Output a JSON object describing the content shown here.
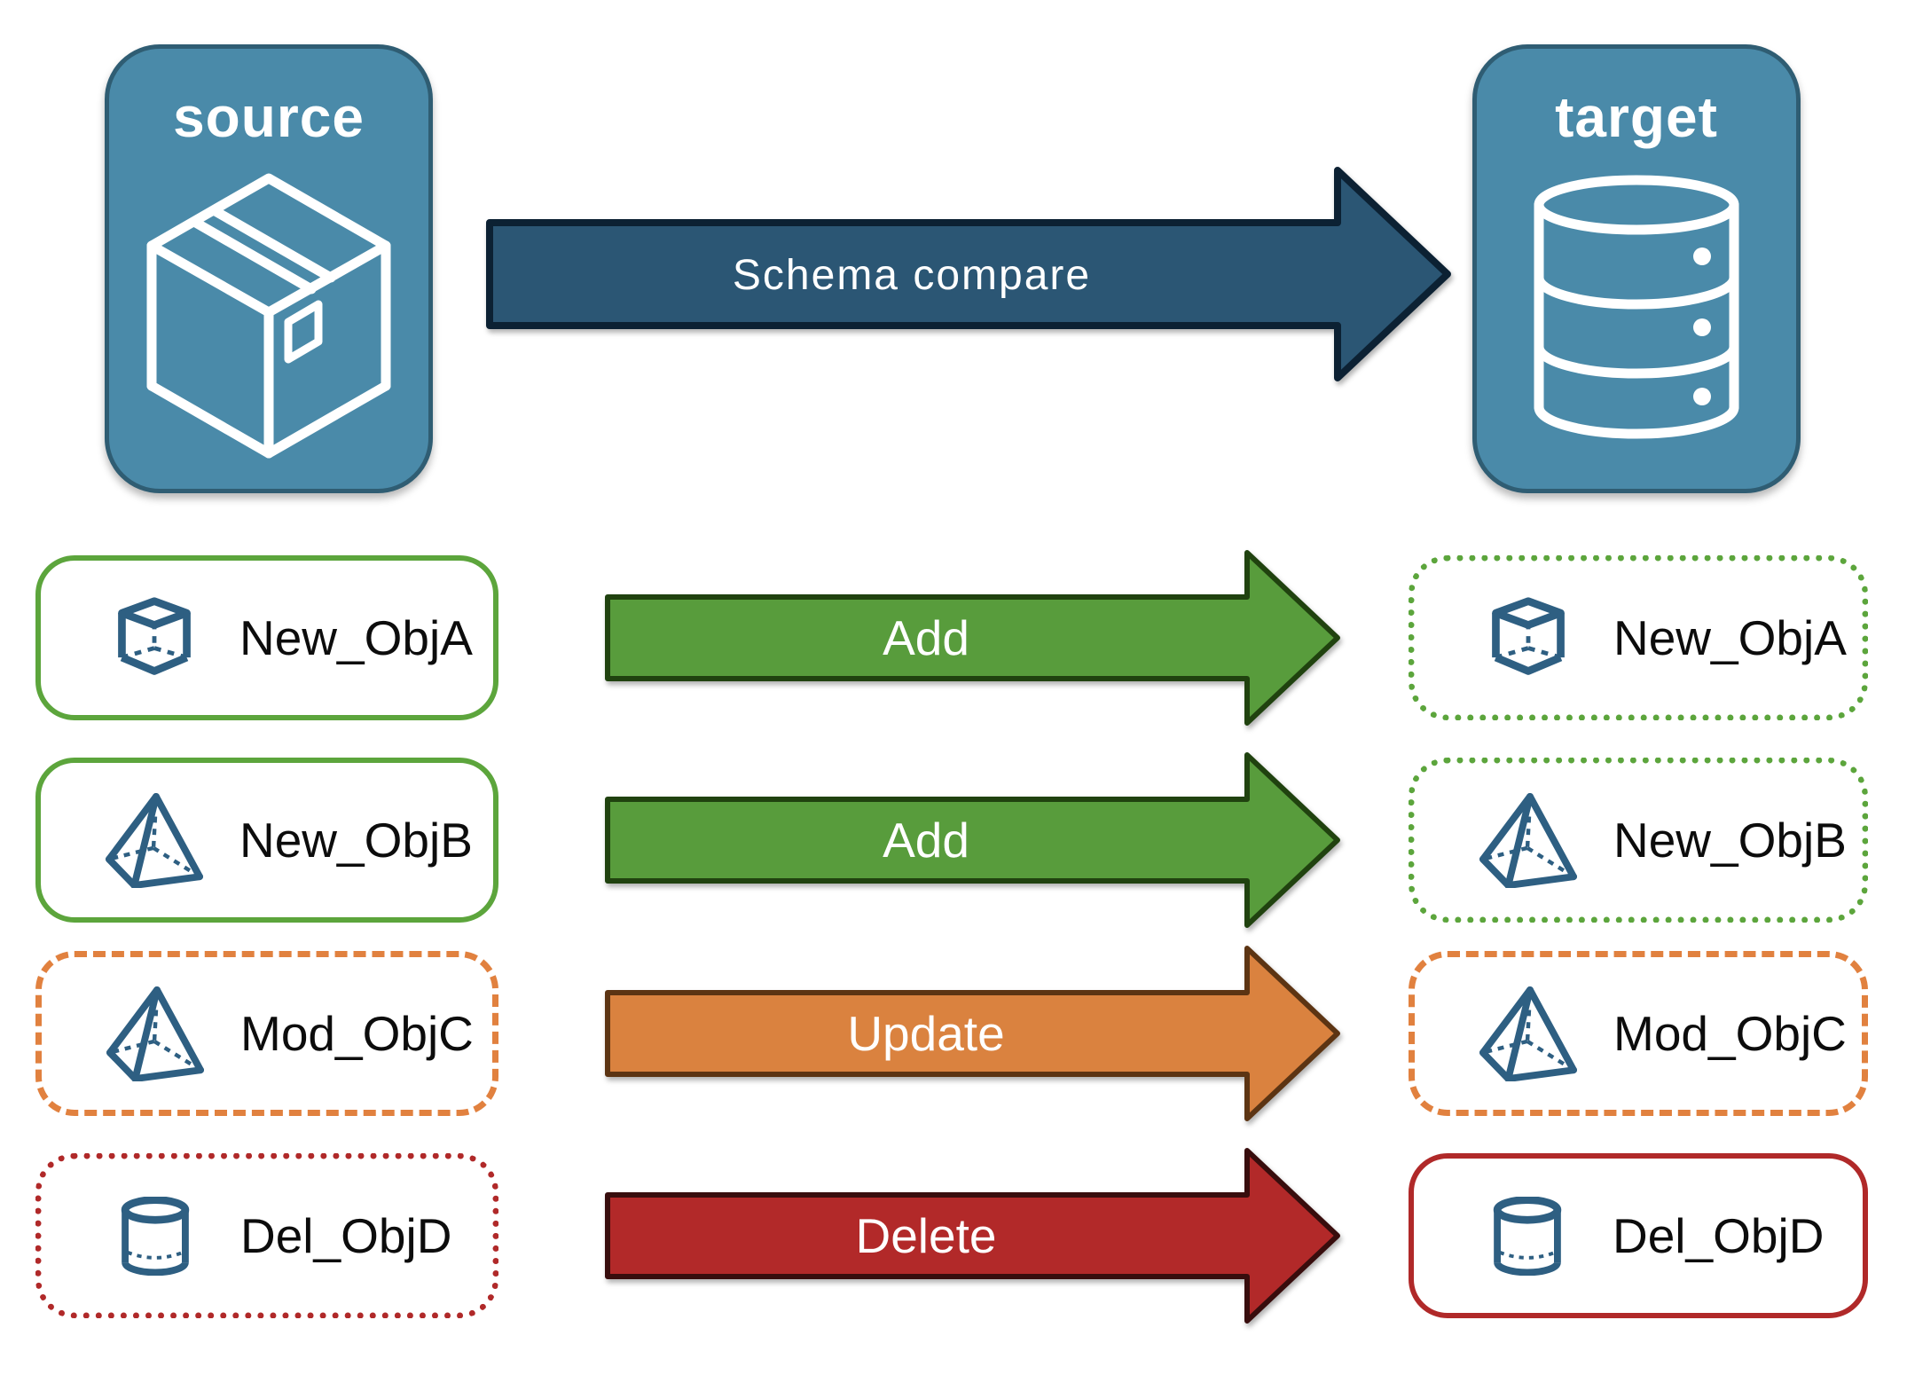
{
  "source": {
    "label": "source",
    "icon": "package-icon"
  },
  "target": {
    "label": "target",
    "icon": "database-icon"
  },
  "schema_arrow": {
    "label": "Schema compare"
  },
  "rows": [
    {
      "name": "New_ObjA",
      "action": "Add",
      "icon": "cube-icon",
      "source_border": "green-solid",
      "target_border": "green-dotted"
    },
    {
      "name": "New_ObjB",
      "action": "Add",
      "icon": "pyramid-icon",
      "source_border": "green-solid",
      "target_border": "green-dotted"
    },
    {
      "name": "Mod_ObjC",
      "action": "Update",
      "icon": "pyramid-icon",
      "source_border": "orange-dashed",
      "target_border": "orange-dashed"
    },
    {
      "name": "Del_ObjD",
      "action": "Delete",
      "icon": "cylinder-icon",
      "source_border": "red-dotted",
      "target_border": "red-solid"
    }
  ],
  "colors": {
    "node_fill": "#4A8AA9",
    "node_border": "#2F5D73",
    "schema_arrow_fill": "#2B5674",
    "add_arrow_fill": "#589C3C",
    "update_arrow_fill": "#DA823F",
    "delete_arrow_fill": "#B22929",
    "green_border": "#5CA53C",
    "orange_border": "#E1813F",
    "red_border": "#B02929",
    "icon_stroke": "#2E5F82"
  }
}
